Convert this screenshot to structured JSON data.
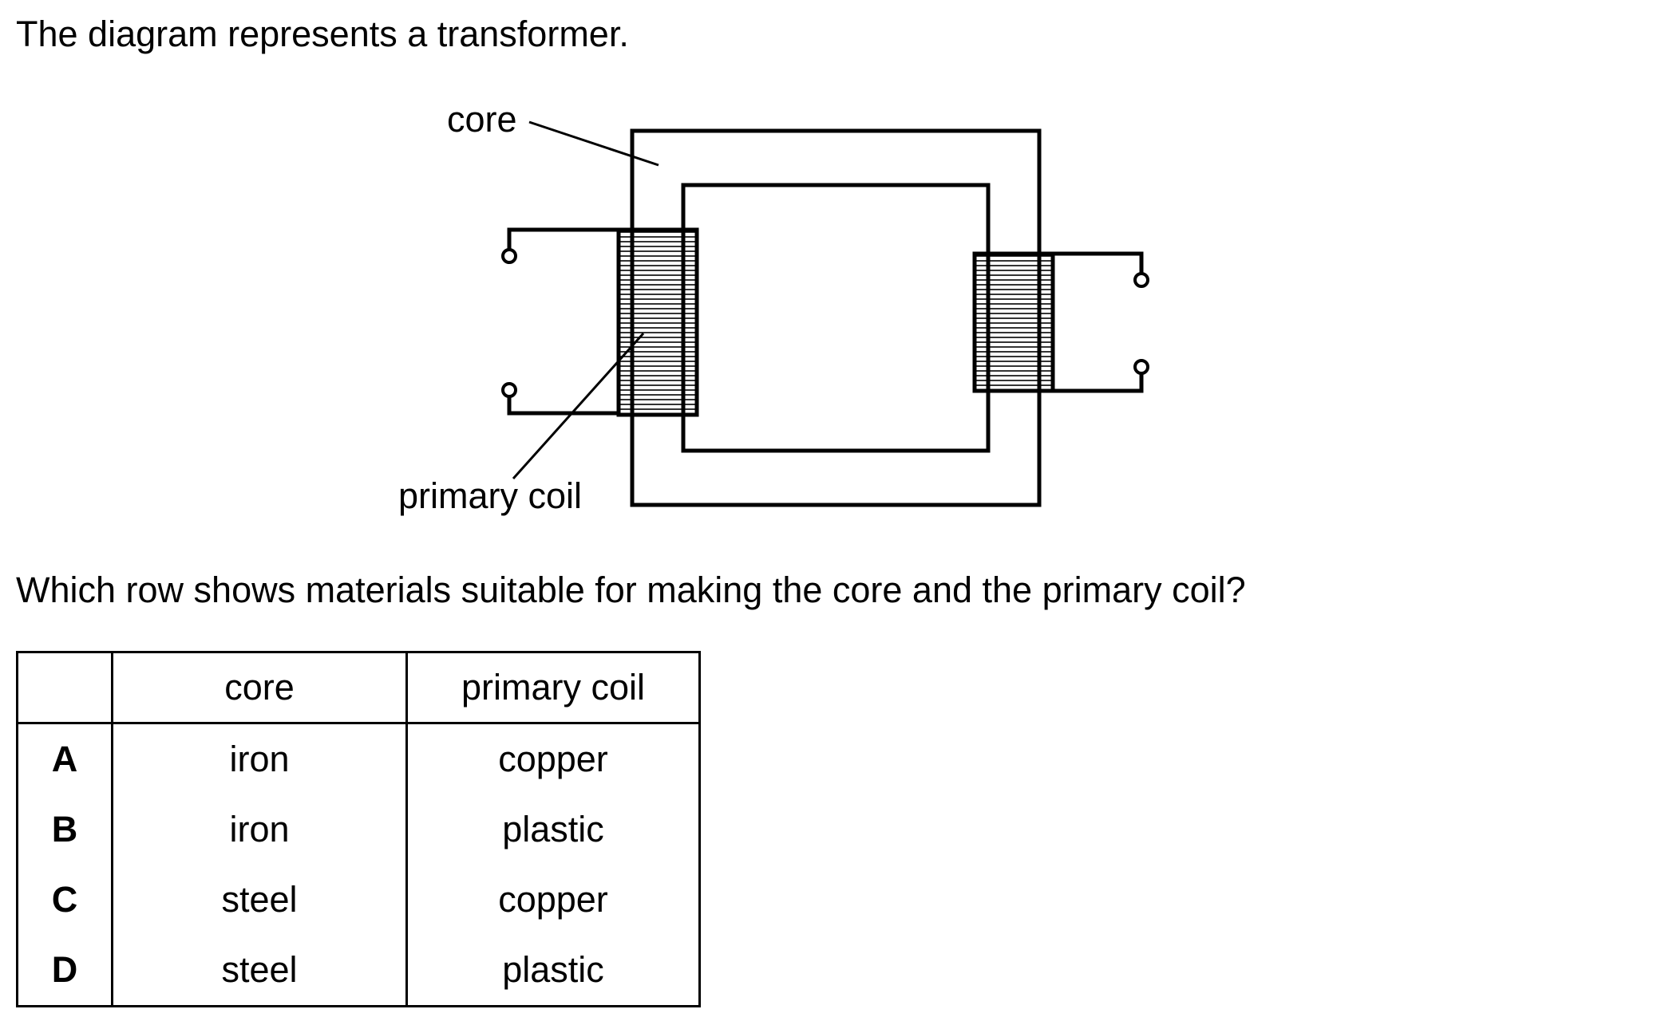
{
  "intro_text": "The diagram represents a transformer.",
  "diagram": {
    "label_core": "core",
    "label_primary_coil": "primary coil"
  },
  "question_text": "Which row shows materials suitable for making the core and the primary coil?",
  "table": {
    "headers": [
      "",
      "core",
      "primary coil"
    ],
    "rows": [
      {
        "letter": "A",
        "core": "iron",
        "coil": "copper"
      },
      {
        "letter": "B",
        "core": "iron",
        "coil": "plastic"
      },
      {
        "letter": "C",
        "core": "steel",
        "coil": "copper"
      },
      {
        "letter": "D",
        "core": "steel",
        "coil": "plastic"
      }
    ]
  }
}
